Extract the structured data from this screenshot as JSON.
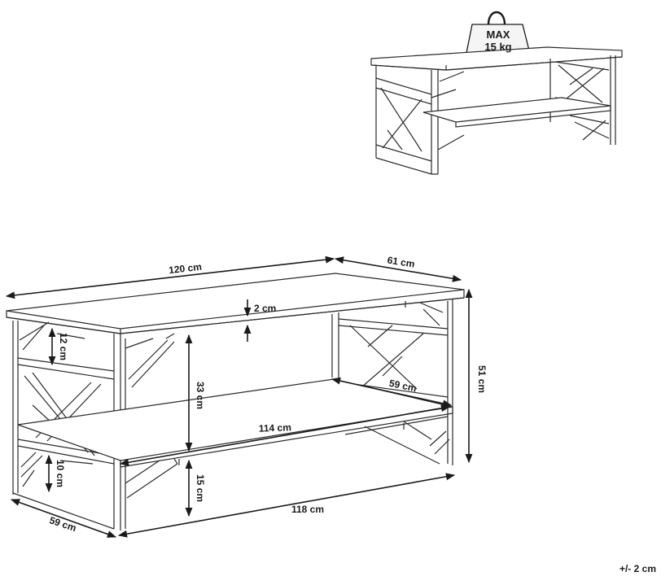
{
  "weight": {
    "max_label": "MAX",
    "load_label": "15 kg"
  },
  "dimensions": {
    "top_length": "120 cm",
    "top_depth": "61 cm",
    "top_thickness": "2 cm",
    "upper_gap": "12 cm",
    "shelf_height": "33 cm",
    "shelf_depth": "59 cm",
    "shelf_length": "114 cm",
    "total_height": "51 cm",
    "lower_gap": "10 cm",
    "bottom_clearance": "15 cm",
    "base_length": "118 cm",
    "base_depth": "59 cm"
  },
  "tolerance": "+/- 2 cm"
}
